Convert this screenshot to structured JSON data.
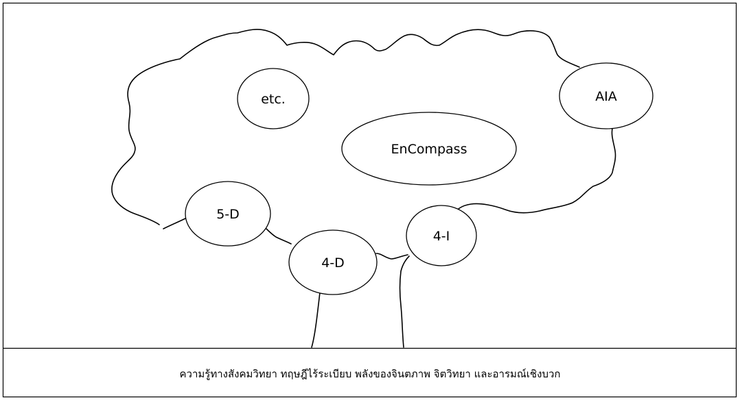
{
  "diagram": {
    "nodes": {
      "etc": "etc.",
      "aia": "AIA",
      "encompass": "EnCompass",
      "five_d": "5-D",
      "four_d": "4-D",
      "four_i": "4-I"
    },
    "caption": "ความรู้ทางสังคมวิทยา ทฤษฎีไร้ระเบียบ พลังของจินตภาพ จิตวิทยา และอารมณ์เชิงบวก"
  }
}
